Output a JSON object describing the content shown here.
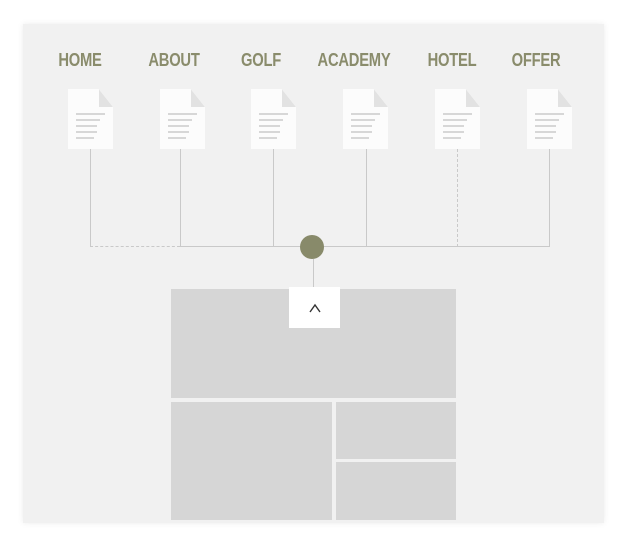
{
  "nav": [
    {
      "label": "HOME"
    },
    {
      "label": "ABOUT"
    },
    {
      "label": "GOLF"
    },
    {
      "label": "ACADEMY"
    },
    {
      "label": "HOTEL"
    },
    {
      "label": "OFFER"
    }
  ],
  "colors": {
    "accent": "#8a8c6c",
    "panel": "#f1f1f1",
    "block": "#d6d6d6",
    "line": "#c9c9c9"
  },
  "icons": {
    "page": "document-icon",
    "up": "chevron-up-icon",
    "hub": "hub-node"
  }
}
